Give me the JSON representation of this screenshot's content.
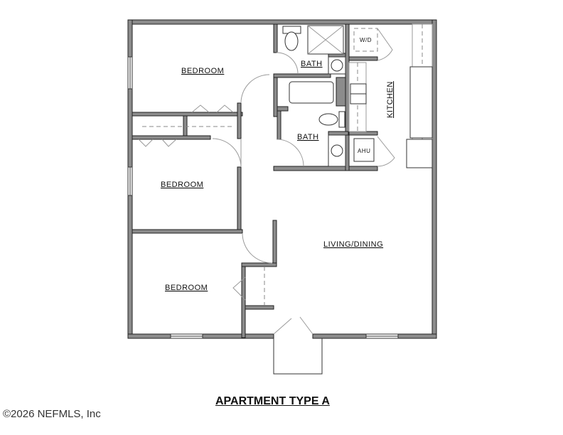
{
  "plan": {
    "title": "APARTMENT TYPE A",
    "copyright": "©2026 NEFMLS, Inc",
    "rooms": {
      "bedroom1": "BEDROOM",
      "bedroom2": "BEDROOM",
      "bedroom3": "BEDROOM",
      "bath1": "BATH",
      "bath2": "BATH",
      "kitchen": "KITCHEN",
      "living": "LIVING/DINING",
      "washer_dryer": "W/D",
      "ahu": "AHU"
    }
  }
}
